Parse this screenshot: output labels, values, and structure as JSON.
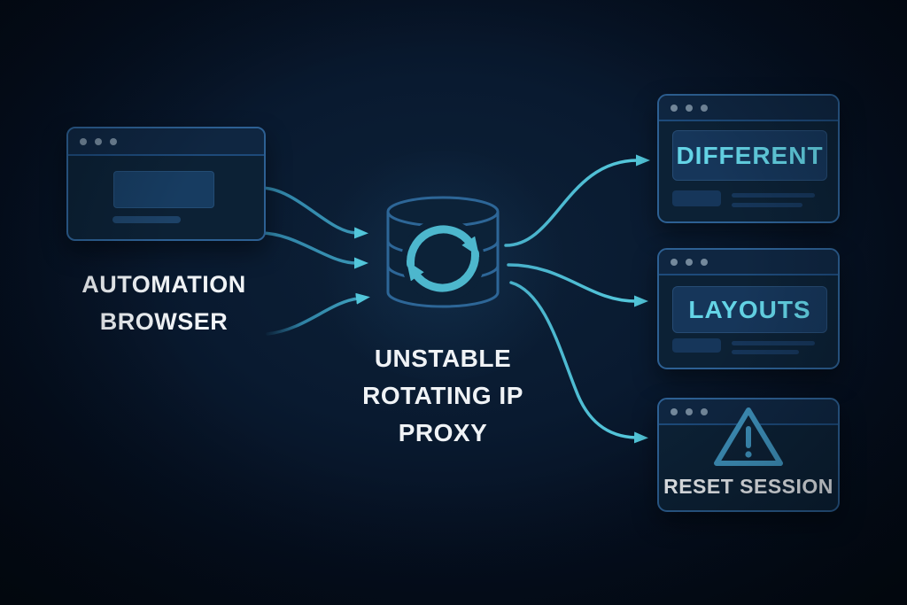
{
  "diagram": {
    "source": {
      "label": "AUTOMATION BROWSER"
    },
    "proxy": {
      "label": "UNSTABLE ROTATING IP PROXY"
    },
    "outputs": [
      {
        "label": "DIFFERENT"
      },
      {
        "label": "LAYOUTS"
      },
      {
        "label": "RESET SESSION"
      }
    ]
  },
  "icons": {
    "proxy": "database-icon with rotating-arrows-icon",
    "output_3": "warning-icon",
    "windows": "window-control-dots"
  },
  "colors": {
    "bg_center": "#0d2138",
    "bg_edge": "#030911",
    "window_border": "#2d6093",
    "window_fill": "#0c2135",
    "titlebar_fill": "#0f2641",
    "divider": "#1d4a7a",
    "dot": "#74899c",
    "panel_fill": "#16365a",
    "panel_muted": "#173c61",
    "pill": "#1d4267",
    "accent_teal": "#55cadf",
    "arrow_start": "#2e80a5",
    "label_teal": "#64d4e6",
    "text_white": "#f0f3f6",
    "db_stroke": "#2d6697",
    "db_fill": "#0c2238",
    "icon_teal": "#4db7cd",
    "warning": "#3f93bd"
  }
}
